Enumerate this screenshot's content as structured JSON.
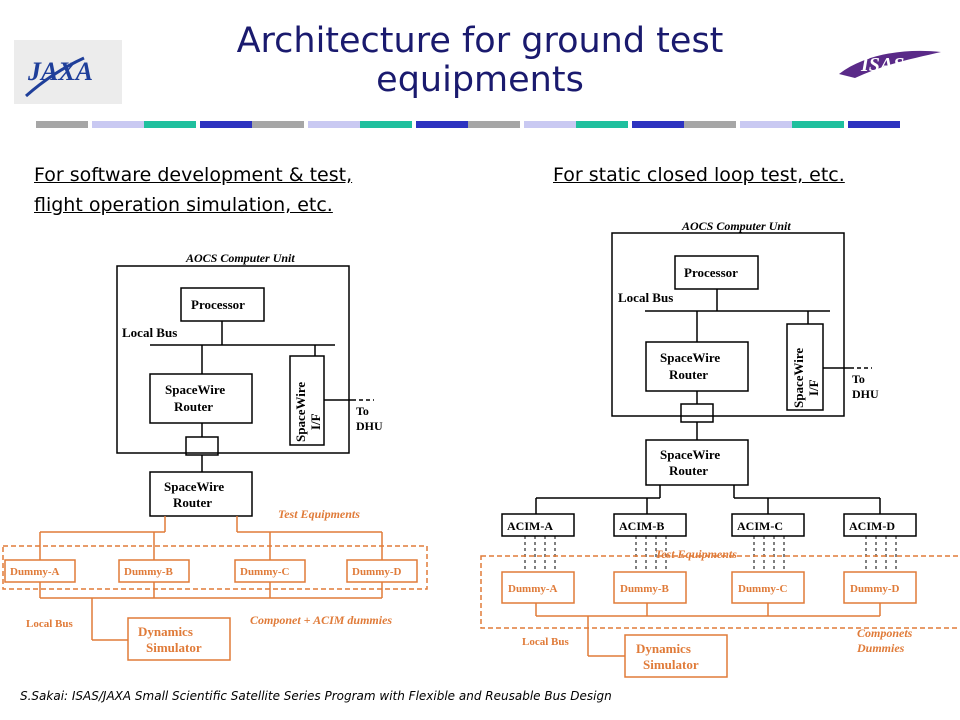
{
  "slide": {
    "title": "Architecture for ground test equipments",
    "footer": "S.Sakai: ISAS/JAXA Small Scientific Satellite Series Program with Flexible and Reusable Bus Design"
  },
  "logos": {
    "left": "JAXA",
    "right": "ISAS"
  },
  "deco_colors": [
    "#a6a6a6",
    "#c9c9f2",
    "#1fc09e",
    "#2d33c0"
  ],
  "left": {
    "caption_line1": "For software development & test,",
    "caption_line2": "flight operation simulation, etc.",
    "unit_label": "AOCS Computer Unit",
    "processor": "Processor",
    "local_bus": "Local Bus",
    "router_line1": "SpaceWire",
    "router_line2": "Router",
    "if_line1": "SpaceWire",
    "if_line2": "I/F",
    "to": "To",
    "dhu": "DHU",
    "test_equipments": "Test Equipments",
    "dummies": [
      "Dummy-A",
      "Dummy-B",
      "Dummy-C",
      "Dummy-D"
    ],
    "bottom_local_bus": "Local Bus",
    "sim_line1": "Dynamics",
    "sim_line2": "Simulator",
    "componet_label": "Componet + ACIM dummies"
  },
  "right": {
    "caption": "For static closed loop test, etc.",
    "unit_label": "AOCS Computer Unit",
    "processor": "Processor",
    "local_bus": "Local Bus",
    "router_line1": "SpaceWire",
    "router_line2": "Router",
    "if_line1": "SpaceWire",
    "if_line2": "I/F",
    "to": "To",
    "dhu": "DHU",
    "acims": [
      "ACIM-A",
      "ACIM-B",
      "ACIM-C",
      "ACIM-D"
    ],
    "test_equipments": "Test Equipments",
    "dummies": [
      "Dummy-A",
      "Dummy-B",
      "Dummy-C",
      "Dummy-D"
    ],
    "bottom_local_bus": "Local Bus",
    "sim_line1": "Dynamics",
    "sim_line2": "Simulator",
    "componets_line1": "Componets",
    "componets_line2": "Dummies"
  }
}
